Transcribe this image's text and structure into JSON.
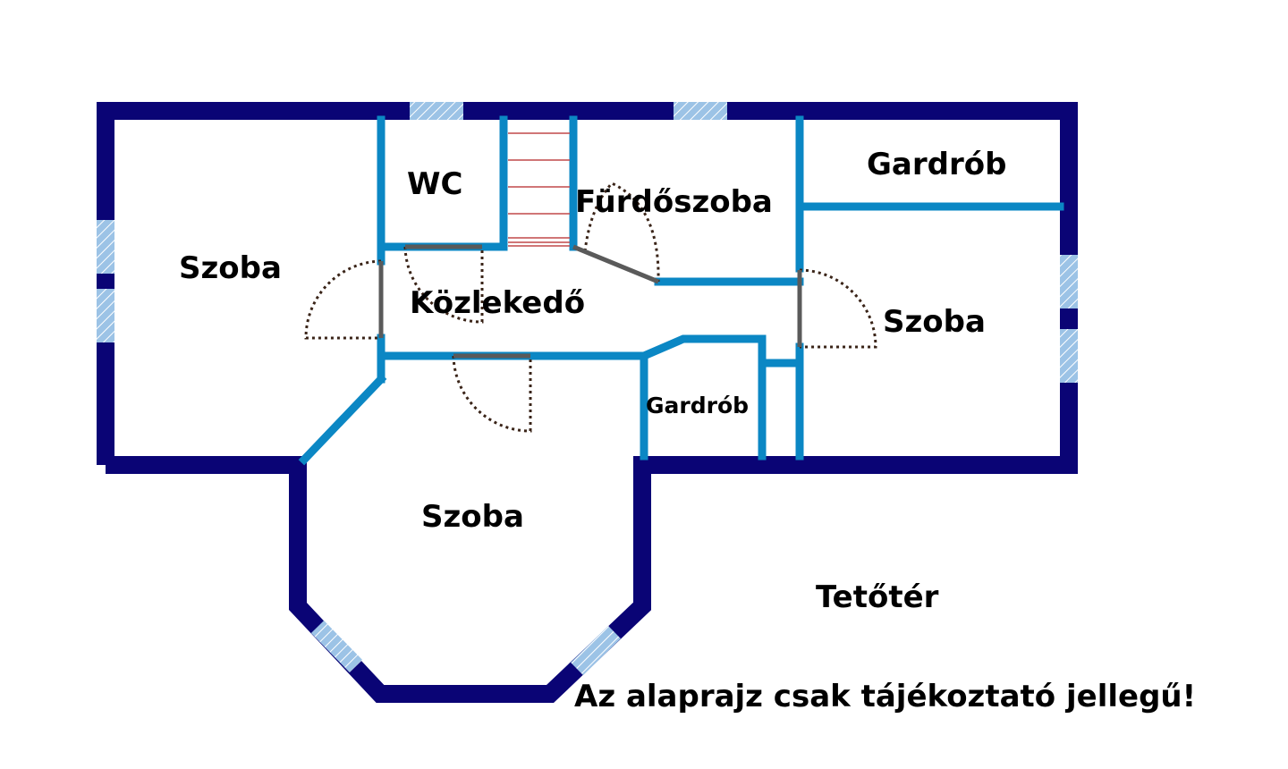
{
  "plan": {
    "rooms": {
      "szoba_left": "Szoba",
      "wc": "WC",
      "furdoszoba": "Fürdőszoba",
      "gardrob_top": "Gardrób",
      "kozlekedo": "Közlekedő",
      "szoba_right": "Szoba",
      "gardrob_small": "Gardrób",
      "szoba_bottom": "Szoba"
    },
    "floor_name": "Tetőtér",
    "disclaimer": "Az alaprajz csak tájékoztató jellegű!"
  },
  "colors": {
    "outer_wall": "#0a0475",
    "inner_wall": "#0b87c4",
    "window": "#9cc3e6",
    "door_leaf": "#5a5a5a",
    "door_swing": "#3a2418",
    "stairs": "#c0484a"
  }
}
